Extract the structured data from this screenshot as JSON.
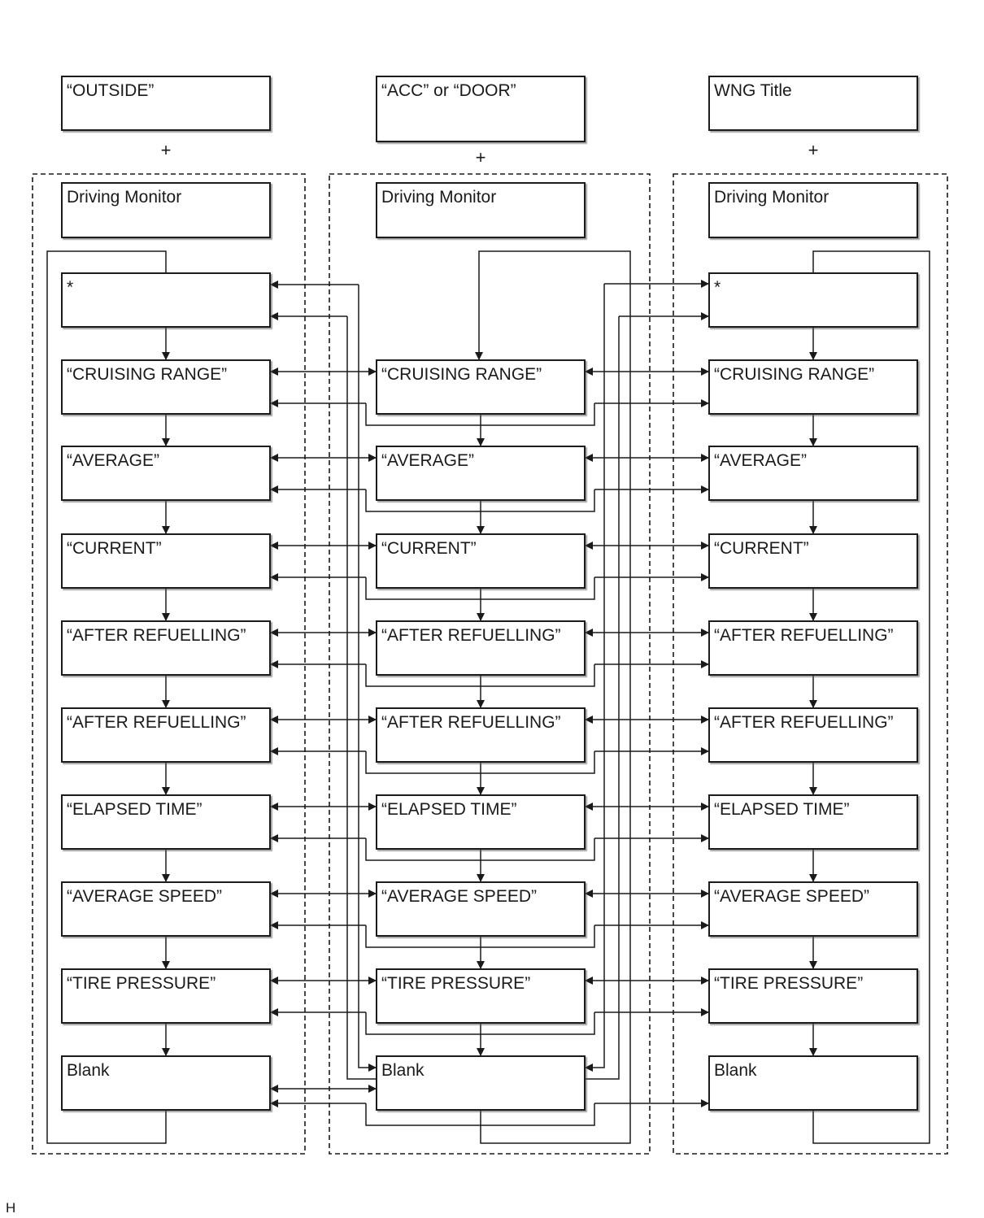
{
  "columns": [
    {
      "header": "“OUTSIDE”",
      "plus": "+",
      "monitor": "Driving Monitor",
      "items": [
        "*",
        "“CRUISING RANGE”",
        "“AVERAGE”",
        "“CURRENT”",
        "“AFTER REFUELLING”",
        "“AFTER REFUELLING”",
        "“ELAPSED TIME”",
        "“AVERAGE SPEED”",
        "“TIRE PRESSURE”",
        "Blank"
      ]
    },
    {
      "header": "“ACC” or “DOOR”",
      "plus": "+",
      "monitor": "Driving Monitor",
      "items": [
        "“CRUISING RANGE”",
        "“AVERAGE”",
        "“CURRENT”",
        "“AFTER REFUELLING”",
        "“AFTER REFUELLING”",
        "“ELAPSED TIME”",
        "“AVERAGE SPEED”",
        "“TIRE PRESSURE”",
        "Blank"
      ]
    },
    {
      "header": "WNG Title",
      "plus": "+",
      "monitor": "Driving Monitor",
      "items": [
        "*",
        "“CRUISING RANGE”",
        "“AVERAGE”",
        "“CURRENT”",
        "“AFTER REFUELLING”",
        "“AFTER REFUELLING”",
        "“ELAPSED TIME”",
        "“AVERAGE SPEED”",
        "“TIRE PRESSURE”",
        "Blank"
      ]
    }
  ],
  "corner_label": "H"
}
